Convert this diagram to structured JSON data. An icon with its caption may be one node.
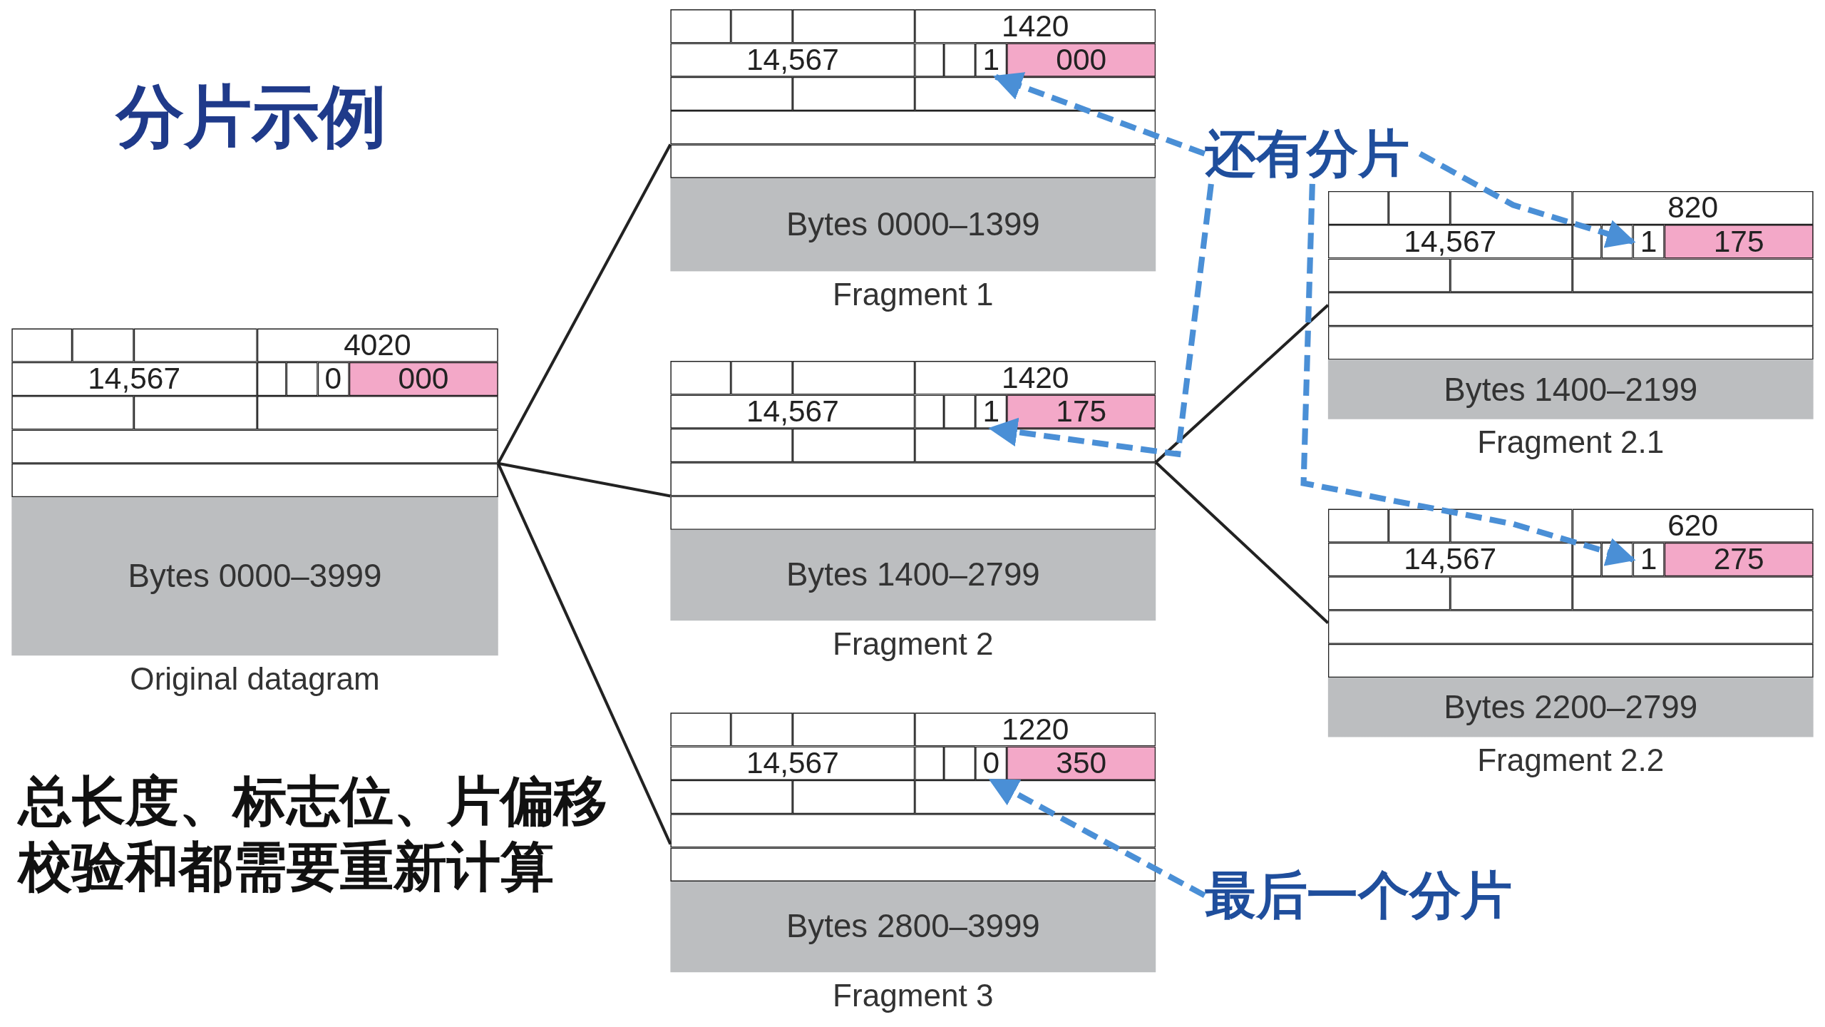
{
  "diagram": {
    "title": "分片示例",
    "nodes": [
      {
        "text": [
          "Bytes 0000–3999"
        ],
        "beside": [
          "Original datagram"
        ]
      },
      {
        "text": [
          "4020"
        ],
        "in": 0
      },
      {
        "text": [
          "14,567"
        ],
        "in": 0
      },
      {
        "text": [
          "0"
        ],
        "in": 0
      },
      {
        "text": [
          "000"
        ],
        "in": 0
      },
      {
        "text": [
          "Bytes 0000–1399"
        ],
        "beside": [
          "Fragment 1"
        ]
      },
      {
        "text": [
          "1420"
        ],
        "in": 5
      },
      {
        "text": [
          "14,567"
        ],
        "in": 5
      },
      {
        "text": [
          "1"
        ],
        "in": 5
      },
      {
        "text": [
          "000"
        ],
        "in": 5
      },
      {
        "text": [
          "Bytes 1400–2799"
        ],
        "beside": [
          "Fragment 2"
        ]
      },
      {
        "text": [
          "1420"
        ],
        "in": 10
      },
      {
        "text": [
          "14,567"
        ],
        "in": 10
      },
      {
        "text": [
          "1"
        ],
        "in": 10
      },
      {
        "text": [
          "175"
        ],
        "in": 10
      },
      {
        "text": [
          "Bytes 2800–3999"
        ],
        "beside": [
          "Fragment 3"
        ]
      },
      {
        "text": [
          "1220"
        ],
        "in": 15
      },
      {
        "text": [
          "14,567"
        ],
        "in": 15
      },
      {
        "text": [
          "0"
        ],
        "in": 15
      },
      {
        "text": [
          "350"
        ],
        "in": 15
      },
      {
        "text": [
          "Bytes 1400–2199"
        ],
        "beside": [
          "Fragment 2.1"
        ]
      },
      {
        "text": [
          "820"
        ],
        "in": 20
      },
      {
        "text": [
          "14,567"
        ],
        "in": 20
      },
      {
        "text": [
          "1"
        ],
        "in": 20
      },
      {
        "text": [
          "175"
        ],
        "in": 20
      },
      {
        "text": [
          "Bytes 2200–2799"
        ],
        "beside": [
          "Fragment 2.2"
        ]
      },
      {
        "text": [
          "620"
        ],
        "in": 25
      },
      {
        "text": [
          "14,567"
        ],
        "in": 25
      },
      {
        "text": [
          "1"
        ],
        "in": 25
      },
      {
        "text": [
          "275"
        ],
        "in": 25
      },
      {
        "text": [
          "还有分片"
        ]
      },
      {
        "text": [
          "最后一个分片"
        ]
      }
    ],
    "edges": [
      {
        "from": 0,
        "to": 5,
        "arrow": "none"
      },
      {
        "from": 0,
        "to": 10,
        "arrow": "none"
      },
      {
        "from": 0,
        "to": 15,
        "arrow": "none"
      },
      {
        "from": 10,
        "to": 20,
        "arrow": "none"
      },
      {
        "from": 10,
        "to": 25,
        "arrow": "none"
      },
      {
        "from": 30,
        "to": 8,
        "arrow": "to",
        "style": "dashed",
        "color": "#4a8fd6"
      },
      {
        "from": 30,
        "to": 13,
        "arrow": "to",
        "style": "dashed",
        "color": "#4a8fd6"
      },
      {
        "from": 30,
        "to": 23,
        "arrow": "to",
        "style": "dashed",
        "color": "#4a8fd6"
      },
      {
        "from": 30,
        "to": 28,
        "arrow": "to",
        "style": "dashed",
        "color": "#4a8fd6"
      },
      {
        "from": 31,
        "to": 18,
        "arrow": "to",
        "style": "dashed",
        "color": "#4a8fd6"
      }
    ],
    "labels": [
      "总长度、标志位、片偏移校验和都需要重新计算"
    ]
  }
}
